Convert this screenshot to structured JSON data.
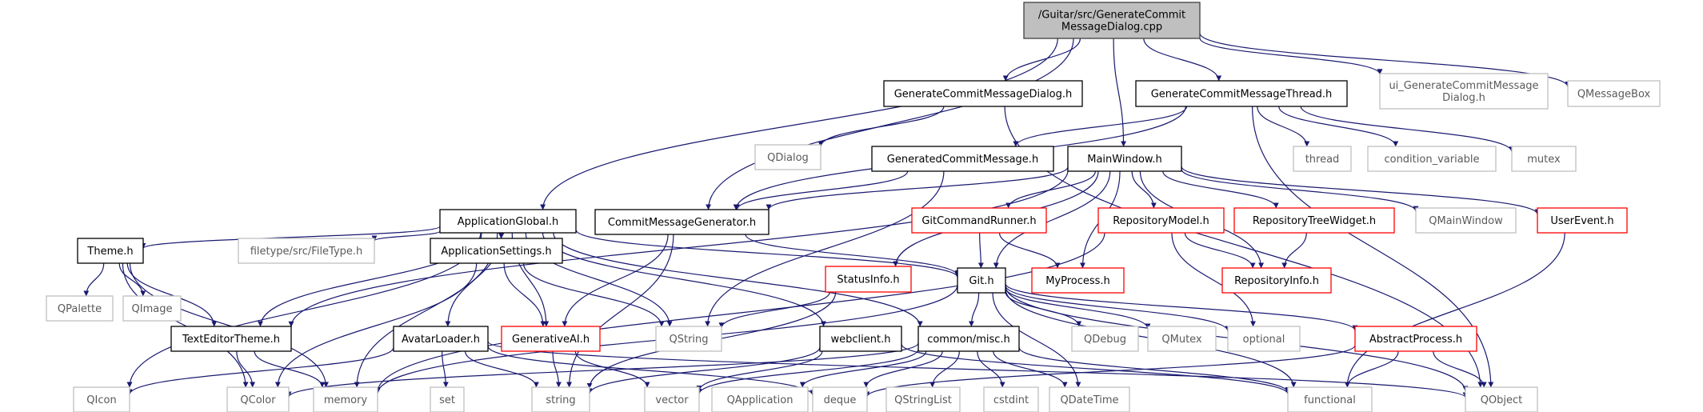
{
  "palette": {
    "edge": "#191970",
    "root_fill": "#bfbfbf",
    "root_border": "#404040",
    "documented_border": "#000000",
    "external_border": "#bfbfbf",
    "unresolved_border": "#ff0000",
    "documented_text": "#000000",
    "external_text": "#5a5a5a"
  },
  "nodes": [
    {
      "id": "root",
      "kind": "root",
      "lines": [
        "/Guitar/src/GenerateCommit",
        "MessageDialog.cpp"
      ]
    },
    {
      "id": "gcmd_h",
      "kind": "documented",
      "lines": [
        "GenerateCommitMessageDialog.h"
      ]
    },
    {
      "id": "gcmt_h",
      "kind": "documented",
      "lines": [
        "GenerateCommitMessageThread.h"
      ]
    },
    {
      "id": "ui_gcmd",
      "kind": "external",
      "lines": [
        "ui_GenerateCommitMessage",
        "Dialog.h"
      ]
    },
    {
      "id": "qmessagebox",
      "kind": "external",
      "lines": [
        "QMessageBox"
      ]
    },
    {
      "id": "qdialog",
      "kind": "external",
      "lines": [
        "QDialog"
      ]
    },
    {
      "id": "gencm_h",
      "kind": "documented",
      "lines": [
        "GeneratedCommitMessage.h"
      ]
    },
    {
      "id": "mainwindow_h",
      "kind": "documented",
      "lines": [
        "MainWindow.h"
      ]
    },
    {
      "id": "thread",
      "kind": "external",
      "lines": [
        "thread"
      ]
    },
    {
      "id": "condvar",
      "kind": "external",
      "lines": [
        "condition_variable"
      ]
    },
    {
      "id": "mutex",
      "kind": "external",
      "lines": [
        "mutex"
      ]
    },
    {
      "id": "appglobal_h",
      "kind": "documented",
      "lines": [
        "ApplicationGlobal.h"
      ]
    },
    {
      "id": "cmg_h",
      "kind": "documented",
      "lines": [
        "CommitMessageGenerator.h"
      ]
    },
    {
      "id": "gitcmdrunner_h",
      "kind": "unresolved",
      "lines": [
        "GitCommandRunner.h"
      ]
    },
    {
      "id": "repomodel_h",
      "kind": "unresolved",
      "lines": [
        "RepositoryModel.h"
      ]
    },
    {
      "id": "repotree_h",
      "kind": "unresolved",
      "lines": [
        "RepositoryTreeWidget.h"
      ]
    },
    {
      "id": "qmainwindow",
      "kind": "external",
      "lines": [
        "QMainWindow"
      ]
    },
    {
      "id": "userevent_h",
      "kind": "unresolved",
      "lines": [
        "UserEvent.h"
      ]
    },
    {
      "id": "theme_h",
      "kind": "documented",
      "lines": [
        "Theme.h"
      ]
    },
    {
      "id": "filetype_h",
      "kind": "external",
      "lines": [
        "filetype/src/FileType.h"
      ]
    },
    {
      "id": "appsettings_h",
      "kind": "documented",
      "lines": [
        "ApplicationSettings.h"
      ]
    },
    {
      "id": "statusinfo_h",
      "kind": "unresolved",
      "lines": [
        "StatusInfo.h"
      ]
    },
    {
      "id": "git_h",
      "kind": "documented",
      "lines": [
        "Git.h"
      ]
    },
    {
      "id": "myprocess_h",
      "kind": "unresolved",
      "lines": [
        "MyProcess.h"
      ]
    },
    {
      "id": "repoinfo_h",
      "kind": "unresolved",
      "lines": [
        "RepositoryInfo.h"
      ]
    },
    {
      "id": "qpalette",
      "kind": "external",
      "lines": [
        "QPalette"
      ]
    },
    {
      "id": "qimage",
      "kind": "external",
      "lines": [
        "QImage"
      ]
    },
    {
      "id": "texteditortheme_h",
      "kind": "documented",
      "lines": [
        "TextEditorTheme.h"
      ]
    },
    {
      "id": "avatarloader_h",
      "kind": "documented",
      "lines": [
        "AvatarLoader.h"
      ]
    },
    {
      "id": "generativeai_h",
      "kind": "unresolved",
      "lines": [
        "GenerativeAI.h"
      ]
    },
    {
      "id": "qstring",
      "kind": "external",
      "lines": [
        "QString"
      ]
    },
    {
      "id": "webclient_h",
      "kind": "documented",
      "lines": [
        "webclient.h"
      ]
    },
    {
      "id": "misc_h",
      "kind": "documented",
      "lines": [
        "common/misc.h"
      ]
    },
    {
      "id": "qdebug",
      "kind": "external",
      "lines": [
        "QDebug"
      ]
    },
    {
      "id": "qmutex",
      "kind": "external",
      "lines": [
        "QMutex"
      ]
    },
    {
      "id": "optional",
      "kind": "external",
      "lines": [
        "optional"
      ]
    },
    {
      "id": "abstractprocess_h",
      "kind": "unresolved",
      "lines": [
        "AbstractProcess.h"
      ]
    },
    {
      "id": "qicon",
      "kind": "external",
      "lines": [
        "QIcon"
      ]
    },
    {
      "id": "qcolor",
      "kind": "external",
      "lines": [
        "QColor"
      ]
    },
    {
      "id": "memory",
      "kind": "external",
      "lines": [
        "memory"
      ]
    },
    {
      "id": "set",
      "kind": "external",
      "lines": [
        "set"
      ]
    },
    {
      "id": "string",
      "kind": "external",
      "lines": [
        "string"
      ]
    },
    {
      "id": "vector",
      "kind": "external",
      "lines": [
        "vector"
      ]
    },
    {
      "id": "qapplication",
      "kind": "external",
      "lines": [
        "QApplication"
      ]
    },
    {
      "id": "deque",
      "kind": "external",
      "lines": [
        "deque"
      ]
    },
    {
      "id": "qstringlist",
      "kind": "external",
      "lines": [
        "QStringList"
      ]
    },
    {
      "id": "cstdint",
      "kind": "external",
      "lines": [
        "cstdint"
      ]
    },
    {
      "id": "qdatetime",
      "kind": "external",
      "lines": [
        "QDateTime"
      ]
    },
    {
      "id": "functional",
      "kind": "external",
      "lines": [
        "functional"
      ]
    },
    {
      "id": "qobject",
      "kind": "external",
      "lines": [
        "QObject"
      ]
    }
  ],
  "edges": [
    [
      "root",
      "gcmd_h"
    ],
    [
      "root",
      "gcmt_h"
    ],
    [
      "root",
      "ui_gcmd"
    ],
    [
      "root",
      "qmessagebox"
    ],
    [
      "root",
      "mainwindow_h"
    ],
    [
      "root",
      "appglobal_h"
    ],
    [
      "root",
      "cmg_h"
    ],
    [
      "gcmd_h",
      "qdialog"
    ],
    [
      "gcmd_h",
      "qobject"
    ],
    [
      "gcmt_h",
      "thread"
    ],
    [
      "gcmt_h",
      "condvar"
    ],
    [
      "gcmt_h",
      "mutex"
    ],
    [
      "gcmt_h",
      "gencm_h"
    ],
    [
      "gcmt_h",
      "cmg_h"
    ],
    [
      "gcmt_h",
      "qobject"
    ],
    [
      "gencm_h",
      "cmg_h"
    ],
    [
      "gencm_h",
      "qstring"
    ],
    [
      "mainwindow_h",
      "cmg_h"
    ],
    [
      "mainwindow_h",
      "gitcmdrunner_h"
    ],
    [
      "mainwindow_h",
      "repomodel_h"
    ],
    [
      "mainwindow_h",
      "repotree_h"
    ],
    [
      "mainwindow_h",
      "qmainwindow"
    ],
    [
      "mainwindow_h",
      "userevent_h"
    ],
    [
      "mainwindow_h",
      "statusinfo_h"
    ],
    [
      "mainwindow_h",
      "git_h"
    ],
    [
      "mainwindow_h",
      "myprocess_h"
    ],
    [
      "mainwindow_h",
      "repoinfo_h"
    ],
    [
      "mainwindow_h",
      "texteditortheme_h"
    ],
    [
      "appglobal_h",
      "theme_h"
    ],
    [
      "appglobal_h",
      "filetype_h"
    ],
    [
      "appglobal_h",
      "appsettings_h"
    ],
    [
      "appglobal_h",
      "git_h"
    ],
    [
      "appglobal_h",
      "qicon"
    ],
    [
      "appglobal_h",
      "texteditortheme_h"
    ],
    [
      "appglobal_h",
      "avatarloader_h"
    ],
    [
      "appglobal_h",
      "generativeai_h"
    ],
    [
      "appglobal_h",
      "qstring"
    ],
    [
      "appglobal_h",
      "webclient_h"
    ],
    [
      "appglobal_h",
      "misc_h"
    ],
    [
      "appglobal_h",
      "memory"
    ],
    [
      "cmg_h",
      "git_h"
    ],
    [
      "cmg_h",
      "generativeai_h"
    ],
    [
      "cmg_h",
      "string"
    ],
    [
      "gitcmdrunner_h",
      "git_h"
    ],
    [
      "gitcmdrunner_h",
      "myprocess_h"
    ],
    [
      "repomodel_h",
      "repoinfo_h"
    ],
    [
      "repomodel_h",
      "optional"
    ],
    [
      "repomodel_h",
      "memory"
    ],
    [
      "repotree_h",
      "repoinfo_h"
    ],
    [
      "userevent_h",
      "functional"
    ],
    [
      "theme_h",
      "texteditortheme_h"
    ],
    [
      "theme_h",
      "qpalette"
    ],
    [
      "theme_h",
      "qimage"
    ],
    [
      "theme_h",
      "qcolor"
    ],
    [
      "theme_h",
      "memory"
    ],
    [
      "appsettings_h",
      "generativeai_h"
    ],
    [
      "appsettings_h",
      "qstring"
    ],
    [
      "appsettings_h",
      "qcolor"
    ],
    [
      "statusinfo_h",
      "qstring"
    ],
    [
      "statusinfo_h",
      "string"
    ],
    [
      "git_h",
      "misc_h"
    ],
    [
      "git_h",
      "abstractprocess_h"
    ],
    [
      "git_h",
      "qdebug"
    ],
    [
      "git_h",
      "qmutex"
    ],
    [
      "git_h",
      "optional"
    ],
    [
      "git_h",
      "qdatetime"
    ],
    [
      "git_h",
      "functional"
    ],
    [
      "git_h",
      "qobject"
    ],
    [
      "git_h",
      "memory"
    ],
    [
      "texteditortheme_h",
      "qcolor"
    ],
    [
      "texteditortheme_h",
      "memory"
    ],
    [
      "avatarloader_h",
      "qicon"
    ],
    [
      "avatarloader_h",
      "set"
    ],
    [
      "avatarloader_h",
      "string"
    ],
    [
      "avatarloader_h",
      "deque"
    ],
    [
      "avatarloader_h",
      "qobject"
    ],
    [
      "generativeai_h",
      "string"
    ],
    [
      "generativeai_h",
      "vector"
    ],
    [
      "webclient_h",
      "vector"
    ],
    [
      "webclient_h",
      "functional"
    ],
    [
      "webclient_h",
      "string"
    ],
    [
      "misc_h",
      "qcolor"
    ],
    [
      "misc_h",
      "vector"
    ],
    [
      "misc_h",
      "qapplication"
    ],
    [
      "misc_h",
      "qstringlist"
    ],
    [
      "misc_h",
      "cstdint"
    ],
    [
      "misc_h",
      "qdatetime"
    ],
    [
      "misc_h",
      "functional"
    ],
    [
      "misc_h",
      "deque"
    ],
    [
      "abstractprocess_h",
      "functional"
    ],
    [
      "abstractprocess_h",
      "qobject"
    ],
    [
      "abstractprocess_h",
      "deque"
    ]
  ]
}
